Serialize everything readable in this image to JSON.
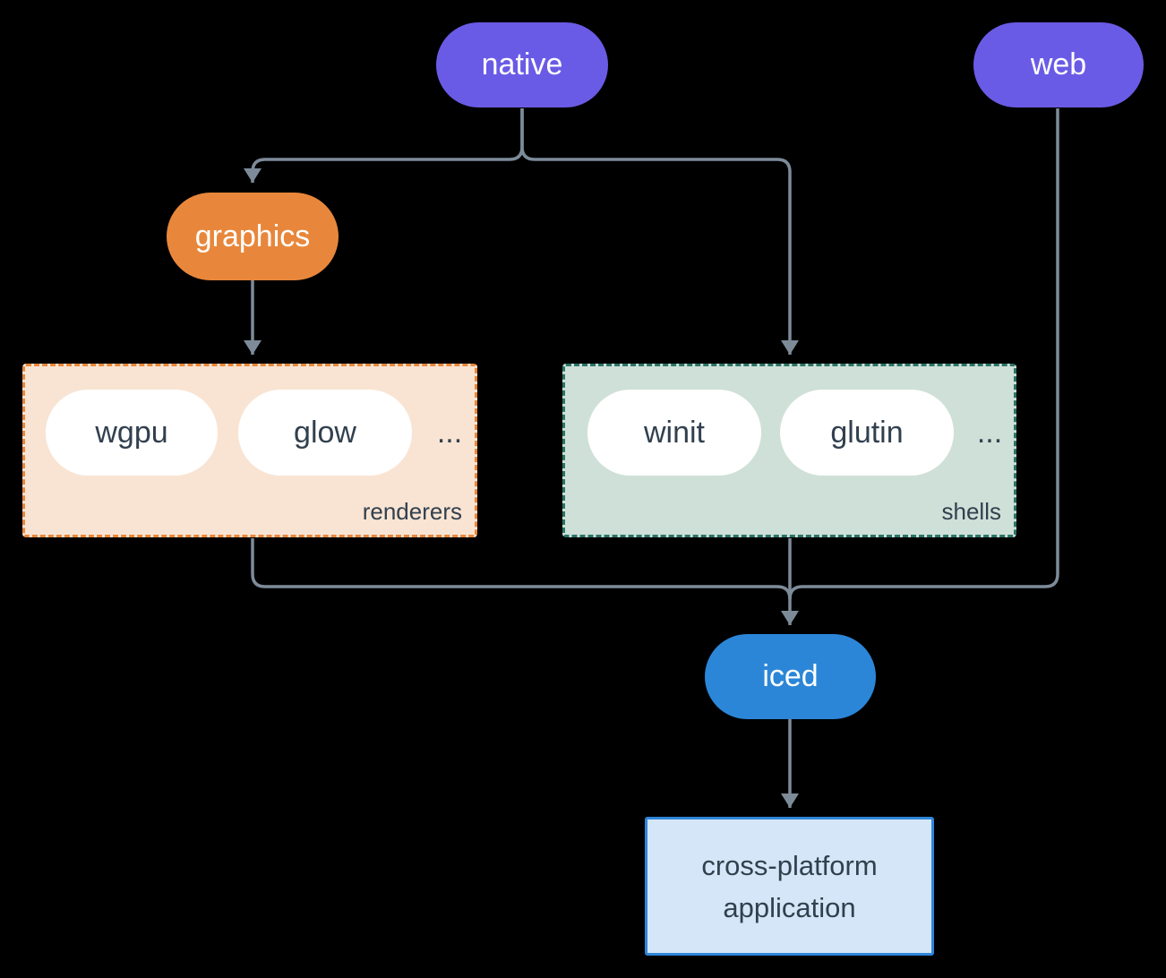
{
  "colors": {
    "background": "#000000",
    "node_purple": "#6A5BE6",
    "node_orange": "#E8873B",
    "node_blue": "#2B86D8",
    "renderers_bg": "#F9E4D3",
    "renderers_border": "#E8873B",
    "shells_bg": "#CFE0D8",
    "shells_border": "#2A7467",
    "application_bg": "#D4E6F7",
    "application_border": "#2E86D8",
    "connector": "#7D8B99",
    "dark_text": "#32404E",
    "light_text": "#FFFFFF"
  },
  "nodes": {
    "native": {
      "label": "native"
    },
    "web": {
      "label": "web"
    },
    "graphics": {
      "label": "graphics"
    },
    "renderers": {
      "label": "renderers",
      "items": [
        "wgpu",
        "glow"
      ],
      "ellipsis": "..."
    },
    "shells": {
      "label": "shells",
      "items": [
        "winit",
        "glutin"
      ],
      "ellipsis": "..."
    },
    "iced": {
      "label": "iced"
    },
    "application": {
      "lines": [
        "cross-platform",
        "application"
      ]
    }
  },
  "edges": [
    {
      "from": "native",
      "to": "graphics"
    },
    {
      "from": "native",
      "to": "shells"
    },
    {
      "from": "graphics",
      "to": "renderers"
    },
    {
      "from": "renderers",
      "to": "iced"
    },
    {
      "from": "shells",
      "to": "iced"
    },
    {
      "from": "web",
      "to": "iced"
    },
    {
      "from": "iced",
      "to": "application"
    }
  ]
}
